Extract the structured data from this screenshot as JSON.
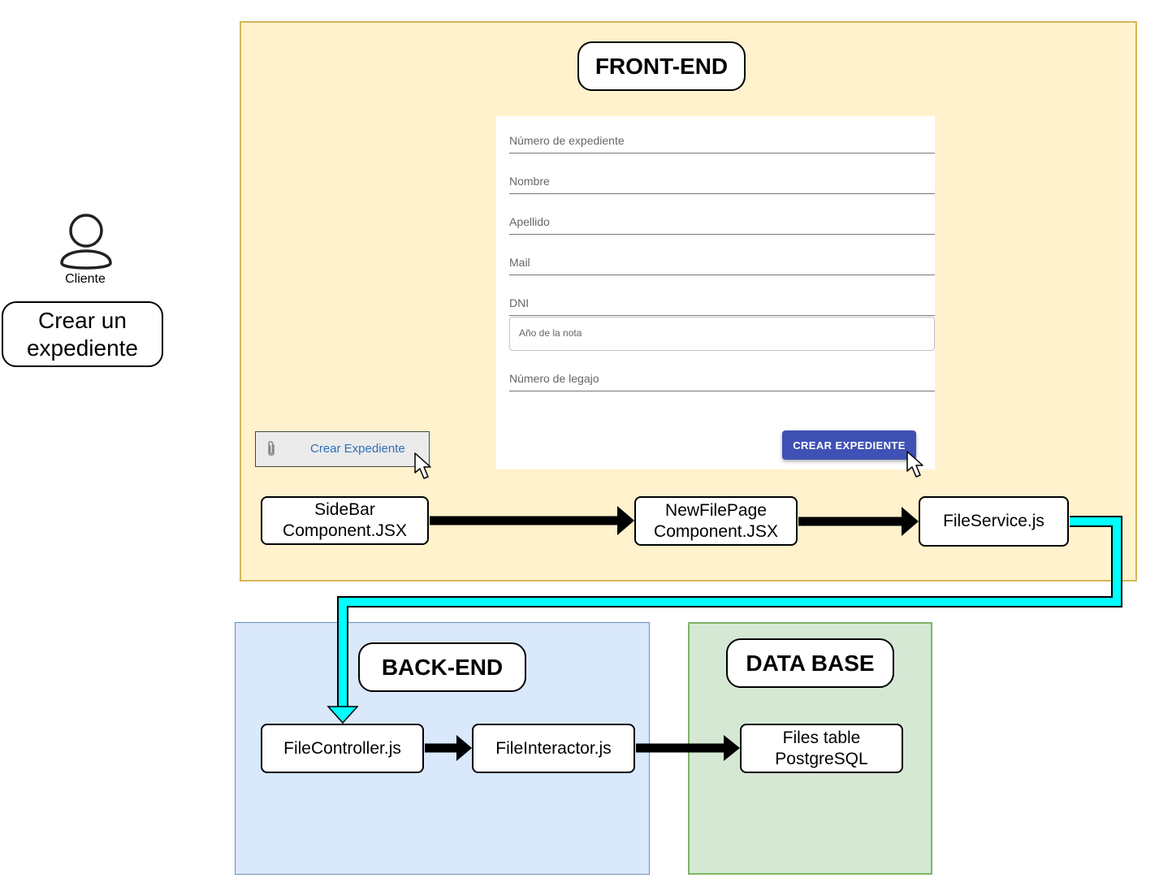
{
  "actor": {
    "label": "Cliente",
    "icon": "user-icon"
  },
  "action": {
    "label": "Crear un\nexpediente"
  },
  "regions": {
    "frontend": {
      "title": "FRONT-END",
      "fill": "#fff2cc",
      "stroke": "#d6b656"
    },
    "backend": {
      "title": "BACK-END",
      "fill": "#dae8fc",
      "stroke": "#6c8ebf"
    },
    "database": {
      "title": "DATA BASE",
      "fill": "#d5e8d4",
      "stroke": "#82b366"
    }
  },
  "form": {
    "fields": {
      "numero_expediente": "Número de expediente",
      "nombre": "Nombre",
      "apellido": "Apellido",
      "mail": "Mail",
      "dni": "DNI",
      "anio_nota": "Año de la nota",
      "numero_legajo": "Número de legajo"
    },
    "submit_label": "CREAR EXPEDIENTE",
    "submit_color": "#3f51b5"
  },
  "sidebar": {
    "item_label": "Crear Expediente",
    "icon": "paperclip-icon"
  },
  "nodes": {
    "sidebar_component": "SideBar\nComponent.JSX",
    "newfilepage_component": "NewFilePage\nComponent.JSX",
    "file_service": "FileService.js",
    "file_controller": "FileController.js",
    "file_interactor": "FileInteractor.js",
    "files_table": "Files table\nPostgreSQL"
  },
  "connector_color": "#00ffff"
}
